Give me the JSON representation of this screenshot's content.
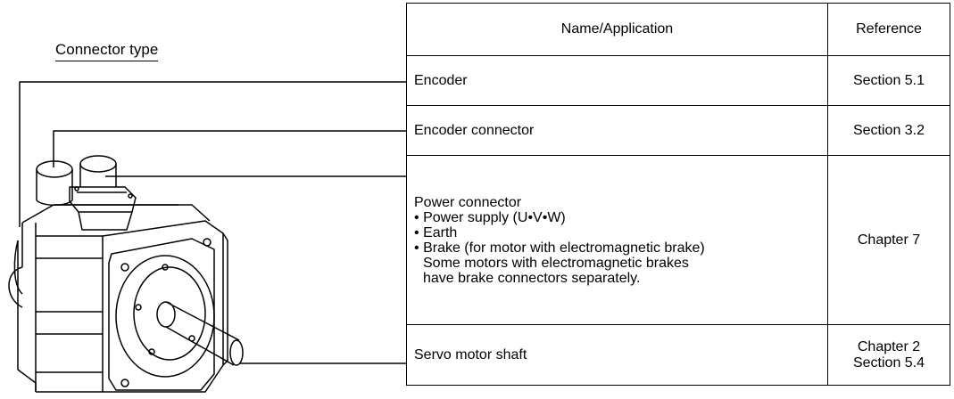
{
  "caption": "Connector type",
  "table": {
    "headers": {
      "name": "Name/Application",
      "reference": "Reference"
    },
    "rows": [
      {
        "name": "Encoder",
        "reference": "Section 5.1"
      },
      {
        "name": "Encoder connector",
        "reference": "Section 3.2"
      },
      {
        "name_title": "Power connector",
        "bullets": [
          "Power supply (U•V•W)",
          "Earth",
          "Brake (for motor with electromagnetic brake)"
        ],
        "note_lines": [
          "Some motors with electromagnetic brakes",
          "have brake connectors separately."
        ],
        "reference": "Chapter 7"
      },
      {
        "name": "Servo motor shaft",
        "reference_lines": [
          "Chapter 2",
          "Section 5.4"
        ]
      }
    ]
  },
  "bullet_glyph": "•",
  "colors": {
    "line": "#000000",
    "background": "#ffffff"
  }
}
